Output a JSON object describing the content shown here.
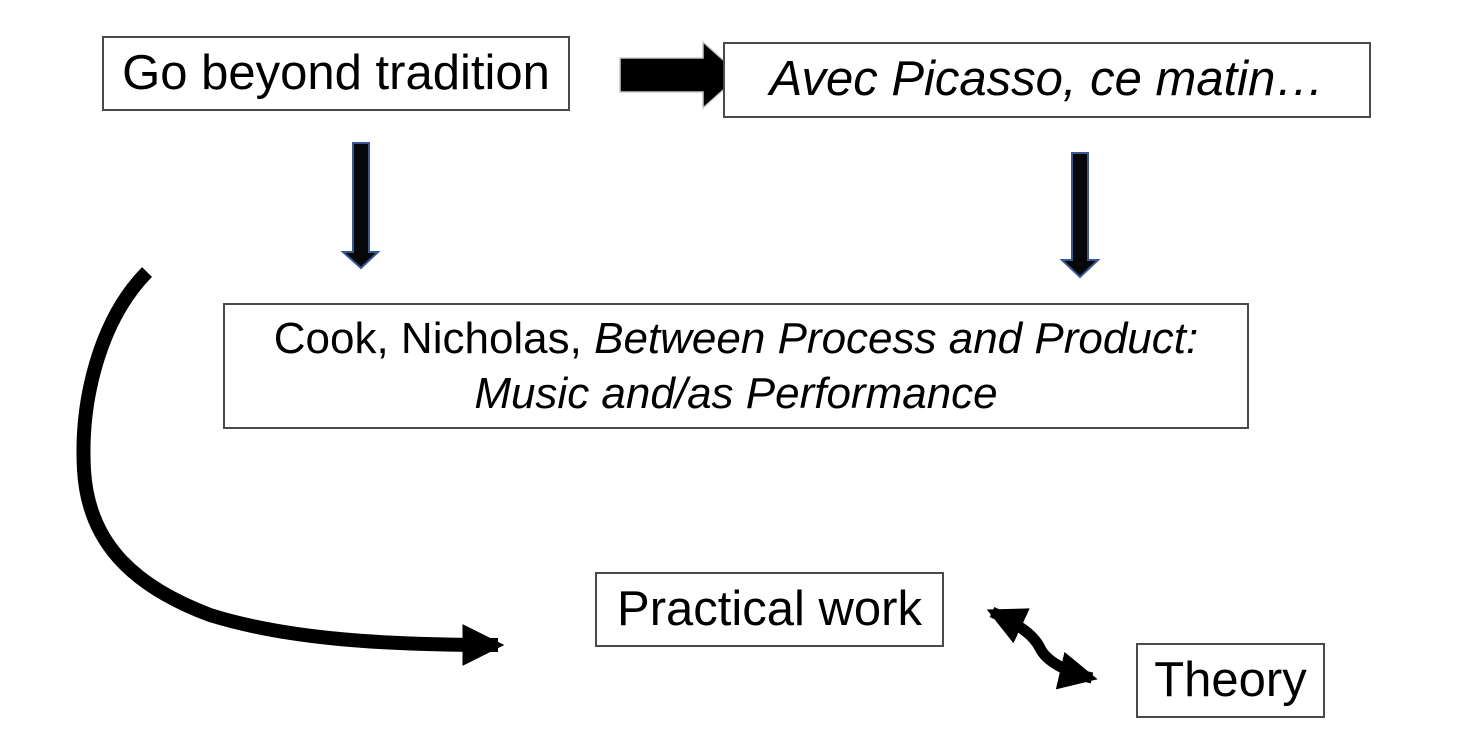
{
  "diagram": {
    "kind": "flow-diagram-slide",
    "background": "#ffffff",
    "nodes": {
      "go_beyond": {
        "label": "Go beyond tradition"
      },
      "avec_picasso": {
        "label": "Avec Picasso, ce matin…"
      },
      "reference": {
        "prefix": "Cook, Nicholas, ",
        "title_line1": "Between Process and Product:",
        "title_line2": "Music and/as Performance"
      },
      "practical_work": {
        "label": "Practical work"
      },
      "theory": {
        "label": "Theory"
      }
    },
    "connectors": [
      {
        "icon": "block-right-arrow-icon",
        "from": "go_beyond",
        "to": "avec_picasso",
        "style": "solid-block"
      },
      {
        "icon": "down-arrow-icon",
        "from": "go_beyond",
        "to": "reference",
        "style": "block-outlined"
      },
      {
        "icon": "down-arrow-icon",
        "from": "avec_picasso",
        "to": "reference",
        "style": "block-outlined"
      },
      {
        "icon": "curved-arrow-icon",
        "from": "go_beyond-area",
        "to": "practical_work",
        "style": "thick-curve"
      },
      {
        "icon": "double-headed-wavy-arrow-icon",
        "from": "practical_work",
        "to": "theory",
        "style": "s-curve-both-ends"
      }
    ],
    "colors": {
      "text": "#000000",
      "box_border": "#4a4a4a",
      "arrow_fill": "#000000",
      "down_arrow_outline": "#3a5795",
      "block_arrow_outline": "#c9c9c9",
      "background": "#ffffff"
    }
  }
}
